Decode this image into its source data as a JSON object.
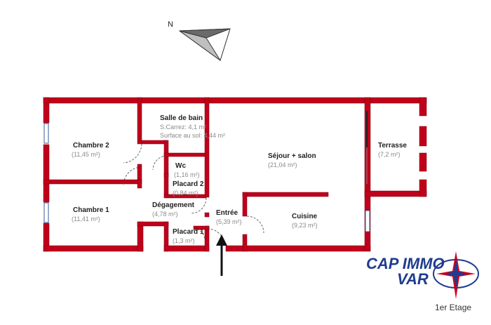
{
  "compass": {
    "label": "N"
  },
  "rooms": {
    "chambre2": {
      "name": "Chambre 2",
      "area": "(11,45 m²)"
    },
    "chambre1": {
      "name": "Chambre 1",
      "area": "(11,41 m²)"
    },
    "salle_de_bain": {
      "name": "Salle de bain",
      "carrez": "S.Carrez: 4,1 m²",
      "surface": "Surface au sol: 4,44 m²"
    },
    "wc": {
      "name": "Wc",
      "area": "(1,16 m²)"
    },
    "placard2": {
      "name": "Placard 2",
      "area": "(0,84 m²)"
    },
    "degagement": {
      "name": "Dégagement",
      "area": "(4,78 m²)"
    },
    "placard1": {
      "name": "Placard 1",
      "area": "(1,3 m²)"
    },
    "entree": {
      "name": "Entrée",
      "area": "(5,39 m²)"
    },
    "sejour": {
      "name": "Séjour + salon",
      "area": "(21,04 m²)"
    },
    "cuisine": {
      "name": "Cuisine",
      "area": "(9,23 m²)"
    },
    "terrasse": {
      "name": "Terrasse",
      "area": "(7,2 m²)"
    }
  },
  "brand": {
    "line1": "CAP IMMO",
    "line2": "VAR",
    "color_red": "#d6001c",
    "color_blue": "#1f3c8f"
  },
  "floor_label": "1er Etage",
  "colors": {
    "wall": "#c0001a",
    "wall_edge": "#7a0010",
    "inner_line": "#222222"
  },
  "icons": [
    "north-arrow-icon",
    "entrance-arrow-icon",
    "window-icon",
    "door-swing-icon",
    "brand-star-icon"
  ]
}
